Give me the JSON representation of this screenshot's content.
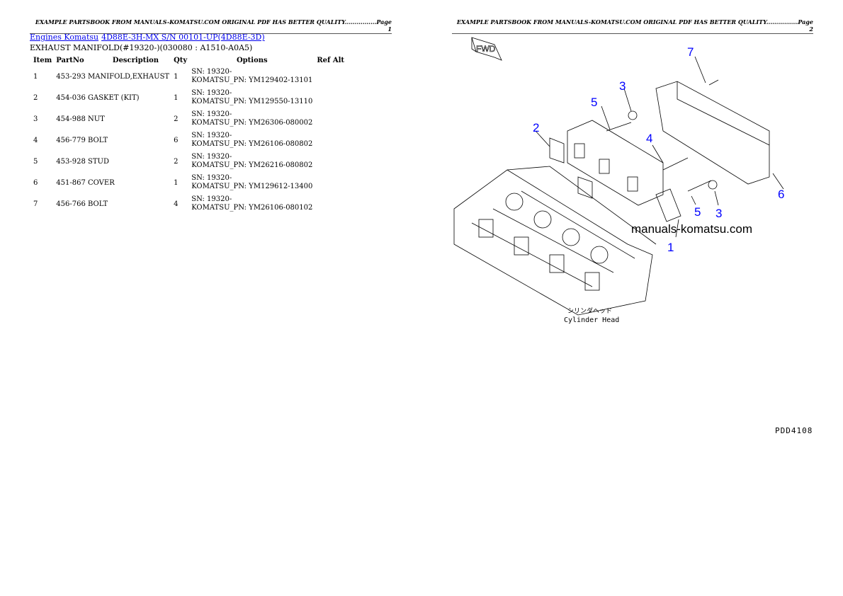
{
  "page1": {
    "header": "EXAMPLE PARTSBOOK FROM MANUALS-KOMATSU.COM ORIGINAL PDF HAS BETTER QUALITY................Page 1",
    "breadcrumb": [
      {
        "label": "Engines Komatsu"
      },
      {
        "label": "4D88E-3H-MX S/N 00101-UP(4D88E-3D)"
      }
    ],
    "subtitle": "EXHAUST MANIFOLD(#19320-)(030080 : A1510-A0A5)",
    "columns": [
      "Item",
      "PartNo",
      "Description",
      "Qty",
      "Options",
      "Ref Alt"
    ],
    "rows": [
      {
        "item": "1",
        "partno": "453-293",
        "desc": "MANIFOLD,EXHAUST",
        "qty": "1",
        "opt1": "SN: 19320-",
        "opt2": "KOMATSU_PN: YM129402-13101"
      },
      {
        "item": "2",
        "partno": "454-036",
        "desc": "GASKET (KIT)",
        "qty": "1",
        "opt1": "SN: 19320-",
        "opt2": "KOMATSU_PN: YM129550-13110"
      },
      {
        "item": "3",
        "partno": "454-988",
        "desc": "NUT",
        "qty": "2",
        "opt1": "SN: 19320-",
        "opt2": "KOMATSU_PN: YM26306-080002"
      },
      {
        "item": "4",
        "partno": "456-779",
        "desc": "BOLT",
        "qty": "6",
        "opt1": "SN: 19320-",
        "opt2": "KOMATSU_PN: YM26106-080802"
      },
      {
        "item": "5",
        "partno": "453-928",
        "desc": "STUD",
        "qty": "2",
        "opt1": "SN: 19320-",
        "opt2": "KOMATSU_PN: YM26216-080802"
      },
      {
        "item": "6",
        "partno": "451-867",
        "desc": "COVER",
        "qty": "1",
        "opt1": "SN: 19320-",
        "opt2": "KOMATSU_PN: YM129612-13400"
      },
      {
        "item": "7",
        "partno": "456-766",
        "desc": "BOLT",
        "qty": "4",
        "opt1": "SN: 19320-",
        "opt2": "KOMATSU_PN: YM26106-080102"
      }
    ]
  },
  "page2": {
    "header": "EXAMPLE PARTSBOOK FROM MANUALS-KOMATSU.COM ORIGINAL PDF HAS BETTER QUALITY................Page 2",
    "fwd_label": "FWD",
    "callouts": [
      "7",
      "3",
      "5",
      "2",
      "4",
      "6",
      "3",
      "5",
      "1"
    ],
    "watermark": "manuals-komatsu.com",
    "jp_label": "シリンダヘッド",
    "caption": "Cylinder Head",
    "drawing_code": "PDD4108",
    "callout_color": "#0000ff"
  }
}
